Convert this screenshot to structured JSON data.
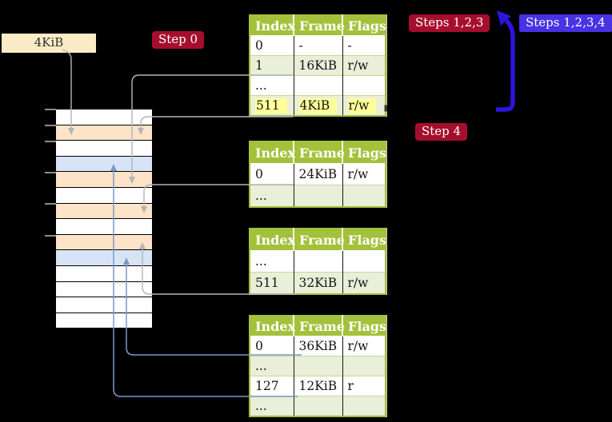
{
  "labels": {
    "page_size_tag": "4KiB",
    "step0": "Step 0",
    "steps_123": "Steps 1,2,3",
    "steps_1234": "Steps 1,2,3,4",
    "step4": "Step 4"
  },
  "colors": {
    "background": "#000000",
    "header_green": "#a3c13a",
    "row_green": "#e9efd8",
    "row_white": "#ffffff",
    "highlight_yellow": "#ffff99",
    "frame_orange": "#fde3c8",
    "frame_blue": "#d8e4f5",
    "label_wheat": "#faecc6",
    "label_crimson": "#a50e2d",
    "label_blue": "#4732e4",
    "arrow_blue": "#2c15dc",
    "connector_gray": "#b4b4b4",
    "connector_blue": "#7b99c7",
    "tick_gray": "#8c8c8c",
    "table_text": "#151515",
    "edge_light": "#c9c9c9"
  },
  "memory_strip": {
    "row_kinds": [
      "free",
      "orange",
      "free",
      "blue",
      "orange",
      "free",
      "orange",
      "free",
      "orange",
      "blue",
      "free",
      "free",
      "free",
      "free"
    ]
  },
  "tables": [
    {
      "headers": [
        "Index",
        "Frame",
        "Flags"
      ],
      "rows": [
        {
          "cells": [
            "0",
            "-",
            "-"
          ]
        },
        {
          "cells": [
            "1",
            "16KiB",
            "r/w"
          ]
        },
        {
          "cells": [
            "...",
            "",
            ""
          ]
        },
        {
          "cells": [
            "511",
            "4KiB",
            "r/w"
          ]
        }
      ]
    },
    {
      "headers": [
        "Index",
        "Frame",
        "Flags"
      ],
      "rows": [
        {
          "cells": [
            "0",
            "24KiB",
            "r/w"
          ]
        },
        {
          "cells": [
            "...",
            "",
            ""
          ]
        }
      ]
    },
    {
      "headers": [
        "Index",
        "Frame",
        "Flags"
      ],
      "rows": [
        {
          "cells": [
            "...",
            "",
            ""
          ]
        },
        {
          "cells": [
            "511",
            "32KiB",
            "r/w"
          ]
        }
      ]
    },
    {
      "headers": [
        "Index",
        "Frame",
        "Flags"
      ],
      "rows": [
        {
          "cells": [
            "0",
            "36KiB",
            "r/w"
          ]
        },
        {
          "cells": [
            "...",
            "",
            ""
          ]
        },
        {
          "cells": [
            "127",
            "12KiB",
            "r"
          ]
        },
        {
          "cells": [
            "...",
            "",
            ""
          ]
        }
      ]
    }
  ]
}
